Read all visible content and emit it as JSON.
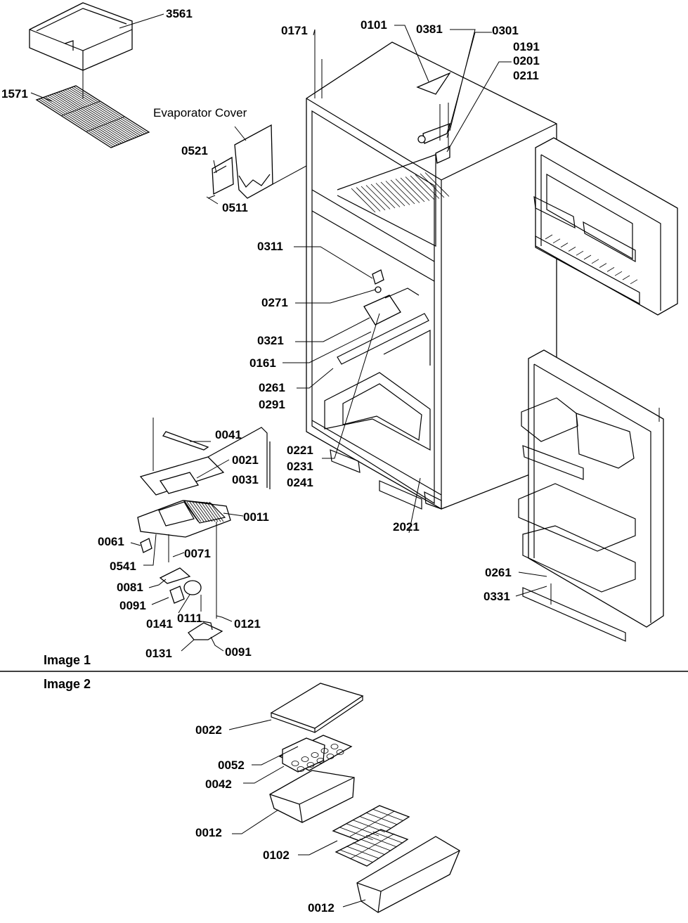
{
  "sections": [
    {
      "title": "Image 1"
    },
    {
      "title": "Image 2"
    }
  ],
  "callouts": [
    "3561",
    "1571",
    "Evaporator Cover",
    "0521",
    "0511",
    "0171",
    "0101",
    "0381",
    "0301",
    "0191",
    "0201",
    "0211",
    "0311",
    "0271",
    "0321",
    "0161",
    "0261",
    "0291",
    "0041",
    "0021",
    "0031",
    "0011",
    "0221",
    "0231",
    "0241",
    "2021",
    "0061",
    "0541",
    "0071",
    "0081",
    "0091",
    "0141",
    "0111",
    "0121",
    "0131",
    "0091",
    "0261",
    "0331",
    "0022",
    "0052",
    "0042",
    "0012",
    "0102",
    "0012"
  ]
}
